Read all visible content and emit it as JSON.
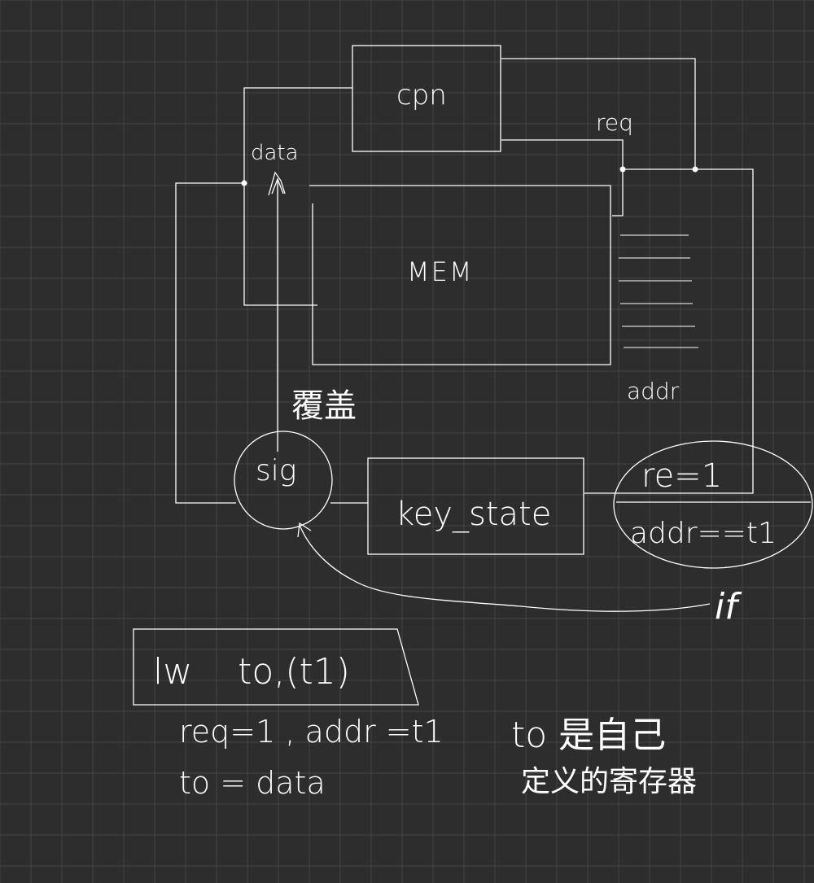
{
  "canvas": {
    "background": "#2d2d2d",
    "grid_color": "#444444",
    "ink_color": "#ffffff"
  },
  "blocks": {
    "cpu": "cpn",
    "mem": "MEM",
    "key_state": "key_state",
    "sig": "sig",
    "instruction": "lw    to,(t1)"
  },
  "labels": {
    "data": "data",
    "req": "req",
    "addr": "addr",
    "cover": "覆盖",
    "if": "if"
  },
  "condition": {
    "line1": "re=1",
    "line2": "addr==t1"
  },
  "notes": {
    "line1": "req=1 , addr =t1",
    "line2": "to = data",
    "right1": "to 是自己",
    "right2": "定义的寄存器"
  }
}
